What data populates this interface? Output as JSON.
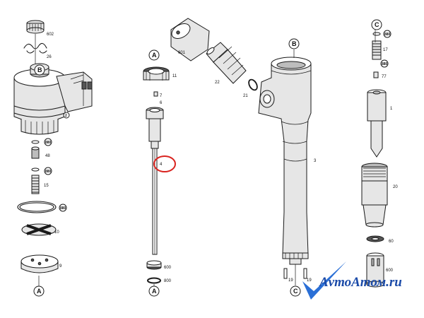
{
  "diagram": {
    "section_markers": [
      "A",
      "A",
      "A",
      "B",
      "B",
      "C",
      "C"
    ],
    "part_labels": {
      "p602": "602",
      "p26": "26",
      "p2": "2",
      "p880a": "880",
      "p48": "48",
      "p880b": "880",
      "p15": "15",
      "p880c": "880",
      "p10": "10",
      "p9": "9",
      "p11": "11",
      "p7": "7",
      "p6": "6",
      "p4": "4",
      "p600a": "600",
      "p800a": "800",
      "p601": "601",
      "p22": "22",
      "p21": "21",
      "p3": "3",
      "p19a": "19",
      "p19b": "19",
      "p880d": "880",
      "p17": "17",
      "p880e": "880",
      "p77": "77",
      "p1": "1",
      "p20": "20",
      "p60": "60",
      "p600b": "600"
    },
    "highlight": {
      "part": "4",
      "color": "#d9231f"
    }
  },
  "watermark": {
    "text": "АvтоAтом.ru",
    "check_color": "#2a6fd6",
    "text_color": "#1a4aa8"
  }
}
